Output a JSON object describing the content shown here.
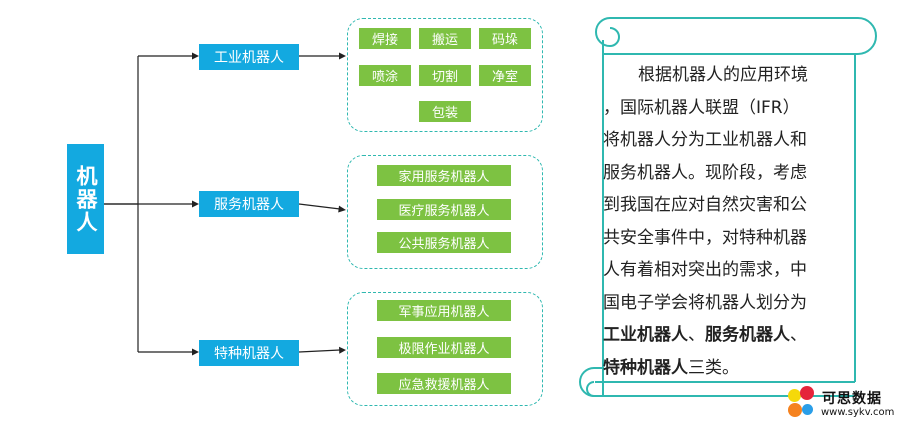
{
  "root": {
    "label": "机器人"
  },
  "categories": [
    {
      "label": "工业机器人",
      "items": [
        "焊接",
        "搬运",
        "码垛",
        "喷涂",
        "切割",
        "净室",
        "包装"
      ]
    },
    {
      "label": "服务机器人",
      "items": [
        "家用服务机器人",
        "医疗服务机器人",
        "公共服务机器人"
      ]
    },
    {
      "label": "特种机器人",
      "items": [
        "军事应用机器人",
        "极限作业机器人",
        "应急救援机器人"
      ]
    }
  ],
  "scroll": {
    "line1": "根据机器人的应用环境",
    "line2": "，国际机器人联盟（IFR）",
    "line3": "将机器人分为工业机器人和",
    "line4": "服务机器人。现阶段，考虑",
    "line5": "到我国在应对自然灾害和公",
    "line6": "共安全事件中，对特种机器",
    "line7": "人有着相对突出的需求，中",
    "line8": "国电子学会将机器人划分为",
    "bold1": "工业机器人",
    "sep1": "、",
    "bold2": "服务机器人",
    "sep2": "、",
    "bold3": "特种机器人",
    "tail": "三类。"
  },
  "watermark": {
    "name": "可思数据",
    "url": "www.sykv.com"
  }
}
